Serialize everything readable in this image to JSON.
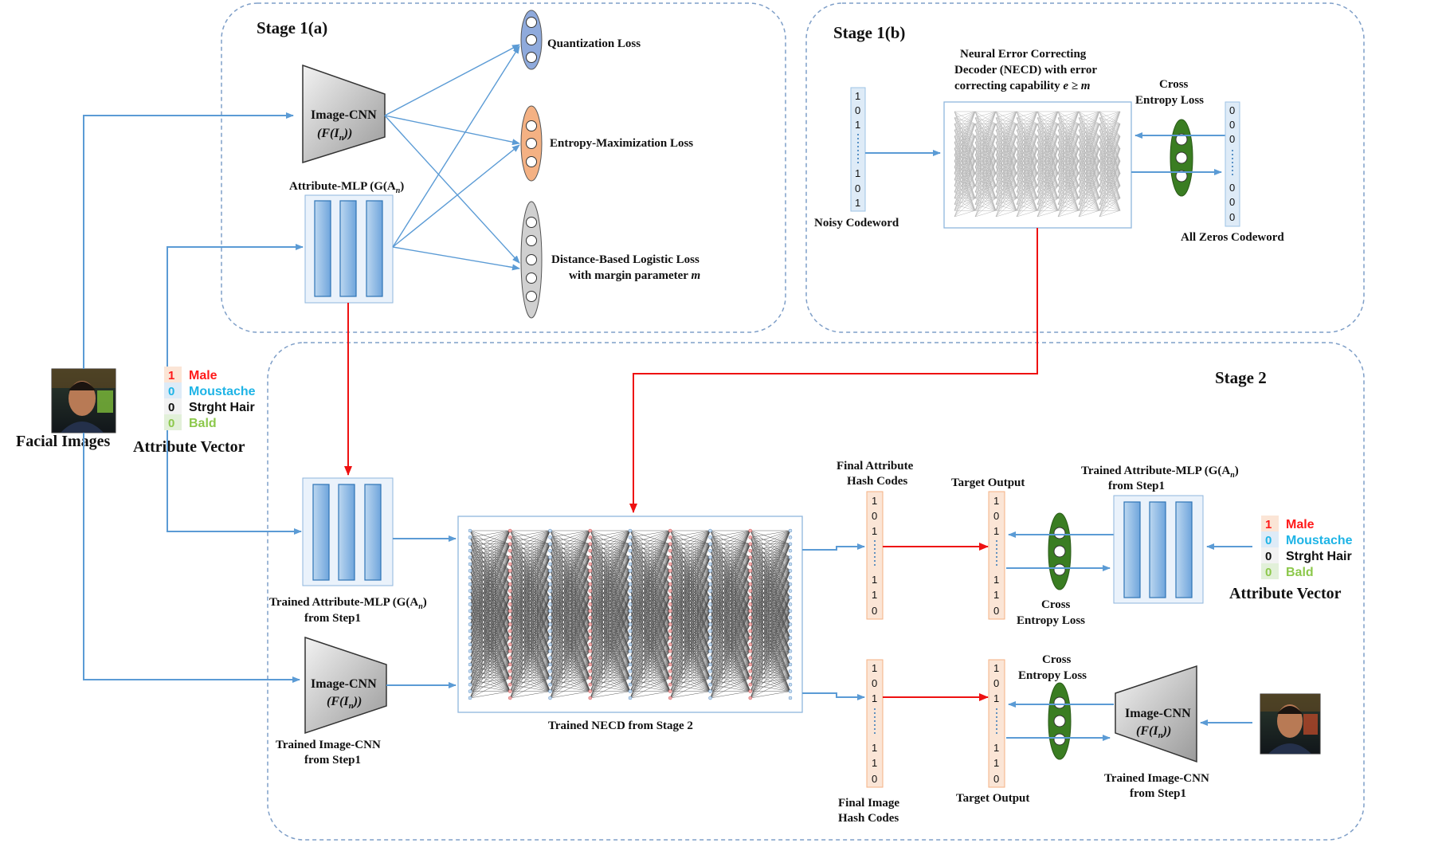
{
  "stages": {
    "stage1a": "Stage 1(a)",
    "stage1b": "Stage 1(b)",
    "stage2": "Stage 2"
  },
  "stage1a": {
    "cnn_title": "Image-CNN",
    "cnn_func": "(F(I",
    "cnn_sub": "n",
    "mlp_title": "Attribute-MLP (G(A",
    "mlp_sub": "n",
    "quant_loss": "Quantization Loss",
    "entropy_loss": "Entropy-Maximization  Loss",
    "dist_loss_1": "Distance-Based Logistic Loss",
    "dist_loss_2": "with margin parameter",
    "dist_loss_m": "m"
  },
  "stage1b": {
    "necd_1": "Neural Error Correcting",
    "necd_2": "Decoder (NECD) with error",
    "necd_3": "correcting capability",
    "necd_cap": "e ≥ m",
    "cross_1": "Cross",
    "cross_2": "Entropy Loss",
    "noisy": "Noisy Codeword",
    "zeros": "All Zeros Codeword",
    "noisy_bits": [
      "1",
      "0",
      "1",
      "1",
      "0",
      "1"
    ],
    "zero_bits": [
      "0",
      "0",
      "0",
      "0",
      "0",
      "0"
    ]
  },
  "inputs": {
    "facial_images": "Facial Images",
    "attribute_vector": "Attribute Vector",
    "attributes": [
      {
        "bit": "1",
        "name": "Male",
        "color": "#ff1a1a"
      },
      {
        "bit": "0",
        "name": "Moustache",
        "color": "#1eb4e6"
      },
      {
        "bit": "0",
        "name": "Strght Hair",
        "color": "#111111"
      },
      {
        "bit": "0",
        "name": "Bald",
        "color": "#8cc84b"
      }
    ]
  },
  "stage2": {
    "trained_mlp_1": "Trained Attribute-MLP (G(A",
    "trained_mlp_sub": "n",
    "trained_mlp_2": "from Step1",
    "trained_cnn_1": "Trained Image-CNN",
    "trained_cnn_2": "from Step1",
    "trained_necd": "Trained NECD  from Stage 2",
    "final_attr_1": "Final Attribute",
    "final_attr_2": "Hash Codes",
    "final_img_1": "Final Image",
    "final_img_2": "Hash Codes",
    "target_top": "Target Output",
    "target_bottom": "Target Output",
    "cross_top_1": "Cross",
    "cross_top_2": "Entropy Loss",
    "cross_bot_1": "Cross",
    "cross_bot_2": "Entropy Loss",
    "right_mlp_1": "Trained Attribute-MLP (G(A",
    "right_mlp_sub": "n",
    "right_mlp_2": "from Step1",
    "right_cnn_1": "Trained Image-CNN",
    "right_cnn_2": "from Step1",
    "hash_bits": [
      "1",
      "0",
      "1",
      "1",
      "1",
      "0"
    ]
  },
  "colors": {
    "blue_arrow": "#5b9bd5",
    "red_arrow": "#ee1111",
    "dashed_border": "#7f9fc8",
    "mlp_fill": "#9dc3e6",
    "code_fill": "#fbe5d6",
    "code_blue": "#deebf7",
    "loss_green": "#3a7d22",
    "loss_orange": "#f4b183",
    "loss_blue": "#8faadc"
  }
}
